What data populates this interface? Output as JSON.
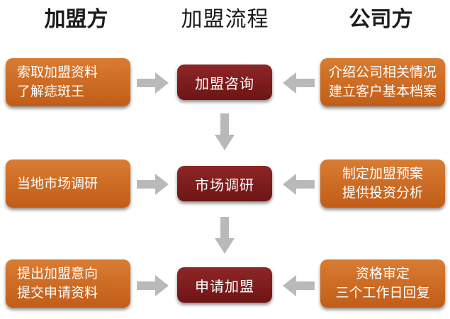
{
  "headers": {
    "left": "加盟方",
    "center": "加盟流程",
    "right": "公司方"
  },
  "rows": [
    {
      "left": [
        "索取加盟资料",
        "了解痣斑王"
      ],
      "center": "加盟咨询",
      "right": [
        "介绍公司相关情况",
        "建立客户基本档案"
      ]
    },
    {
      "left": [
        "当地市场调研"
      ],
      "center": "市场调研",
      "right": [
        "制定加盟预案",
        "提供投资分析"
      ]
    },
    {
      "left": [
        "提出加盟意向",
        "提交申请资料"
      ],
      "center": "申请加盟",
      "right": [
        "资格审定",
        "三个工作日回复"
      ]
    }
  ],
  "colors": {
    "side_box": "#c8661f",
    "center_box": "#7a1a1a",
    "arrow": "#b9b9b9",
    "text_on_box": "#ffffff",
    "header_text": "#1c1c1c"
  },
  "icons": {
    "arrow_right": "right-arrow-icon",
    "arrow_left": "left-arrow-icon",
    "arrow_down": "down-arrow-icon"
  }
}
